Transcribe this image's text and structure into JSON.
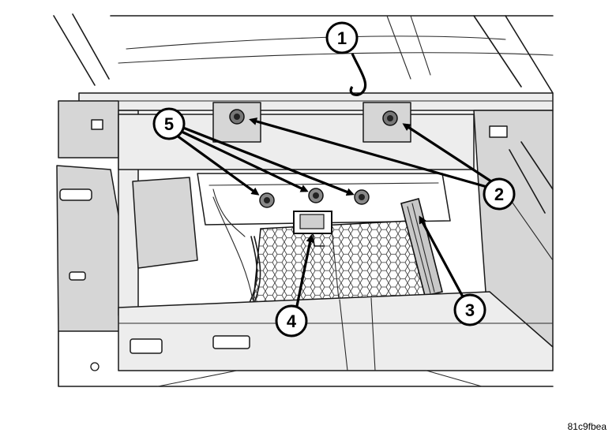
{
  "callouts": [
    {
      "id": "1",
      "label": "1"
    },
    {
      "id": "2",
      "label": "2"
    },
    {
      "id": "3",
      "label": "3"
    },
    {
      "id": "4",
      "label": "4"
    },
    {
      "id": "5",
      "label": "5"
    }
  ],
  "figure_code": "81c9fbea"
}
